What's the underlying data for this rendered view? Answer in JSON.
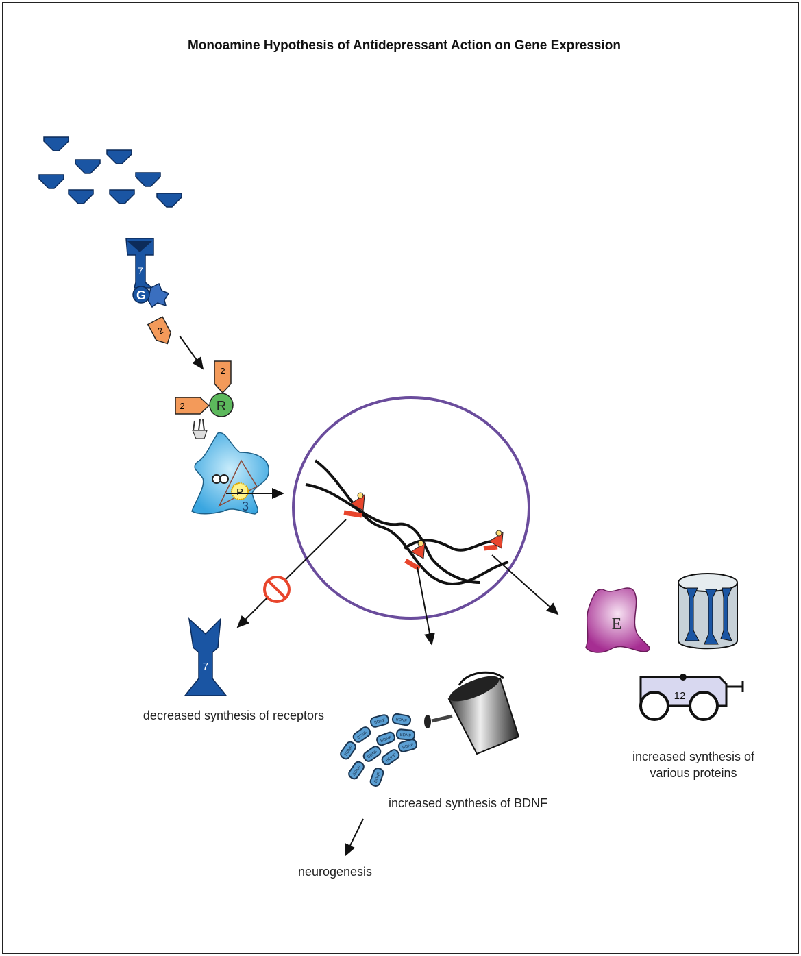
{
  "title": "Monoamine Hypothesis of Antidepressant Action on Gene Expression",
  "labels": {
    "receptor_number": "7",
    "g_protein": "G",
    "second_messenger": "2",
    "regulatory_unit": "R",
    "phosphate": "P",
    "kinase_number": "3",
    "enzyme": "E",
    "transporter_number": "12",
    "bdnf": "BDNF"
  },
  "captions": {
    "receptors": "decreased synthesis of receptors",
    "bdnf": "increased synthesis of BDNF",
    "neurogenesis": "neurogenesis",
    "proteins_line1": "increased synthesis of",
    "proteins_line2": "various proteins"
  },
  "colors": {
    "neurotransmitter": "#1a55a3",
    "second_messenger": "#f39a5a",
    "regulatory": "#5cb85c",
    "kinase": "#4fb4e6",
    "nucleus": "#6a4c9c",
    "gene_segment": "#e8452c",
    "enzyme": "#b0409c",
    "inhibit": "#e8452c"
  }
}
